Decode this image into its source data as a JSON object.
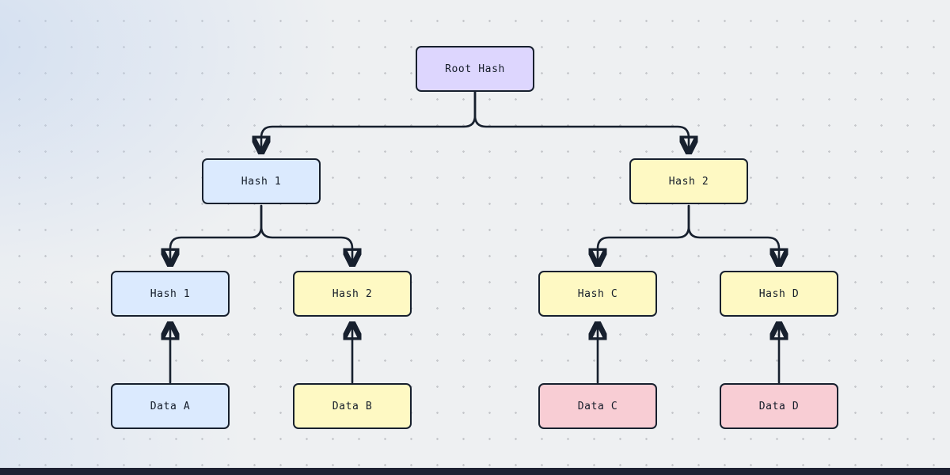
{
  "nodes": {
    "root": {
      "label": "Root Hash"
    },
    "branch_left": {
      "label": "Hash 1"
    },
    "branch_right": {
      "label": "Hash 2"
    },
    "leaf_hash_1": {
      "label": "Hash 1"
    },
    "leaf_hash_2": {
      "label": "Hash 2"
    },
    "leaf_hash_c": {
      "label": "Hash C"
    },
    "leaf_hash_d": {
      "label": "Hash D"
    },
    "data_a": {
      "label": "Data A"
    },
    "data_b": {
      "label": "Data B"
    },
    "data_c": {
      "label": "Data C"
    },
    "data_d": {
      "label": "Data D"
    }
  },
  "colors": {
    "root_fill": "#ddd6fe",
    "blue_fill": "#dbeafe",
    "yellow_fill": "#fef9c3",
    "pink_fill": "#f8cdd4",
    "node_border": "#17202e",
    "arrow": "#17202e",
    "background": "#eef0f2",
    "dot_grid": "#c6c8cc",
    "bottom_bar": "#1e2233"
  }
}
